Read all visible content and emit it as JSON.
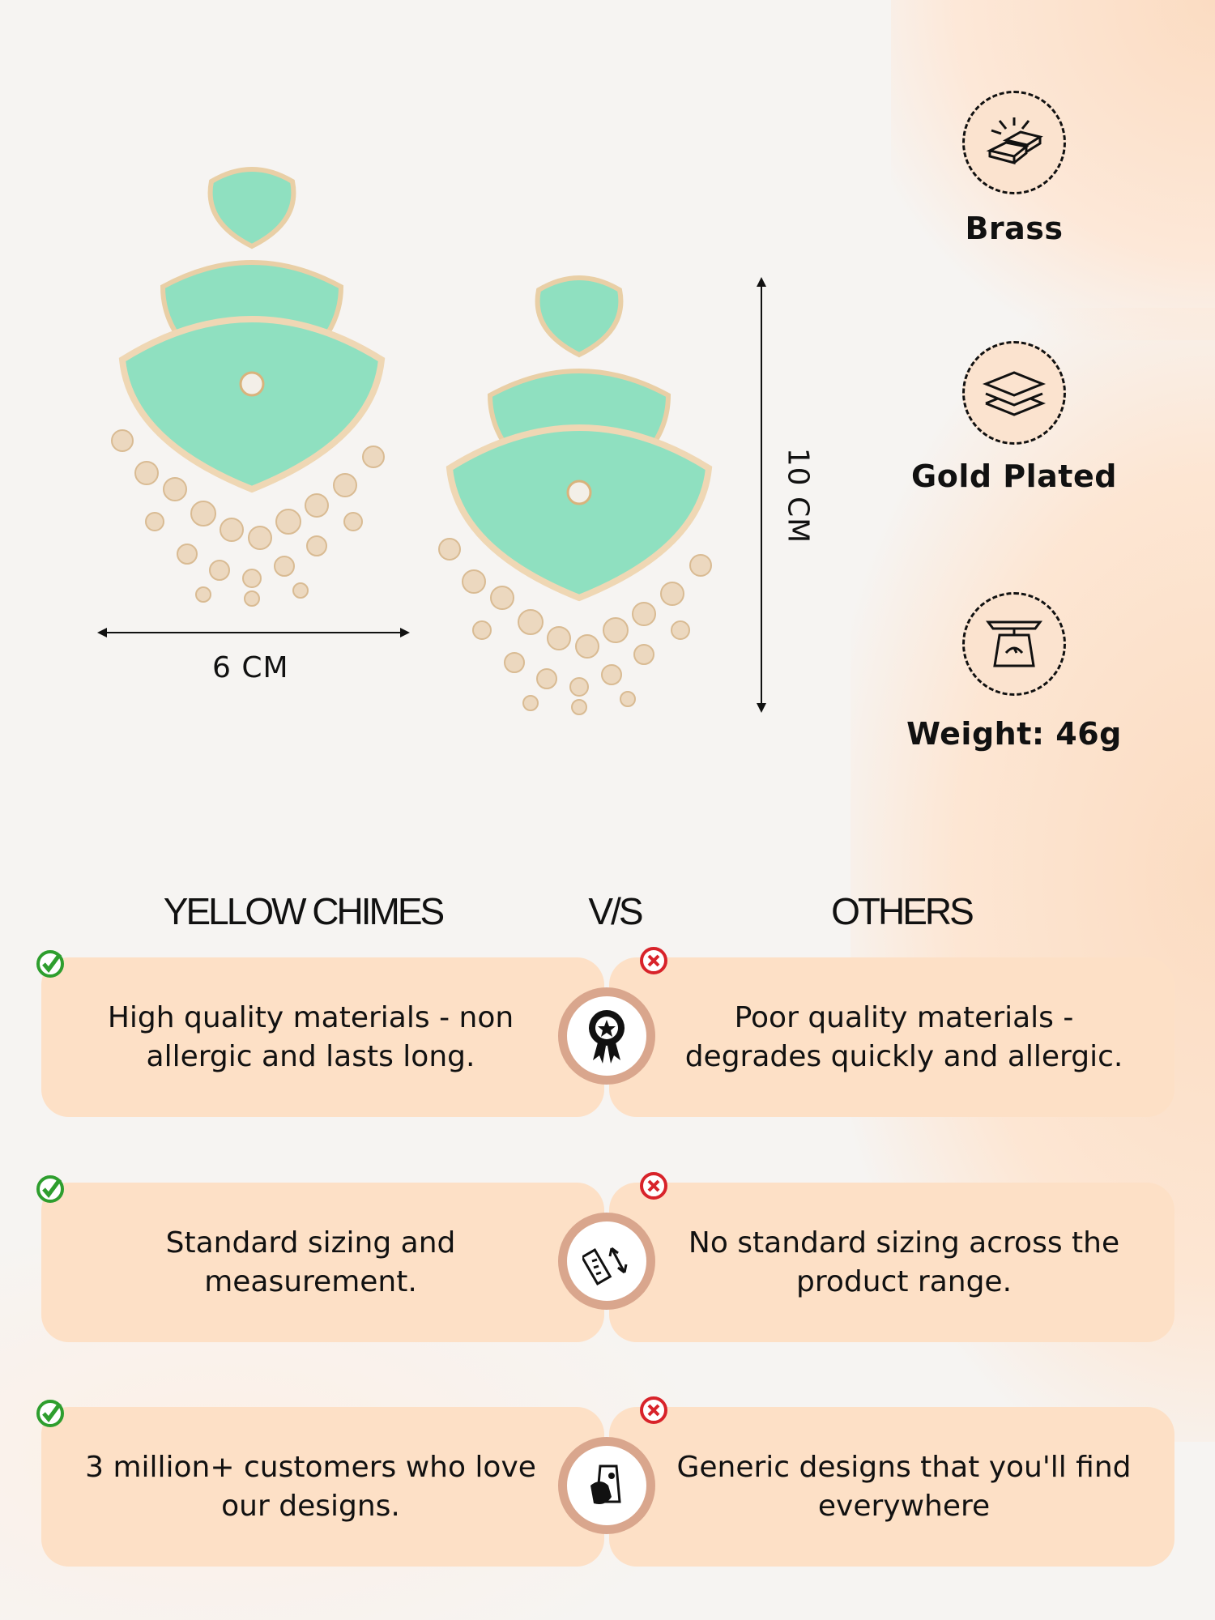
{
  "dimensions": {
    "width_label": "6 CM",
    "height_label": "10 CM"
  },
  "features": [
    {
      "icon": "gold-bars-icon",
      "label": "Brass"
    },
    {
      "icon": "layers-icon",
      "label": "Gold Plated"
    },
    {
      "icon": "weighing-scale-icon",
      "label": "Weight: 46g"
    }
  ],
  "comparison": {
    "left_heading": "YELLOW CHIMES",
    "vs_heading": "V/S",
    "right_heading": "OTHERS",
    "rows": [
      {
        "ours": "High quality materials - non allergic and lasts long.",
        "icon": "award-badge-icon",
        "others": "Poor quality materials - degrades quickly and allergic."
      },
      {
        "ours": "Standard sizing and measurement.",
        "icon": "ruler-measure-icon",
        "others": "No standard sizing across the product range."
      },
      {
        "ours": "3 million+ customers who love our designs.",
        "icon": "design-hand-icon",
        "others": "Generic designs that you'll find everywhere"
      }
    ]
  },
  "colors": {
    "card": "#fde0c6",
    "check": "#2e9e2e",
    "cross": "#d8232a",
    "ring": "#d9a68d"
  }
}
